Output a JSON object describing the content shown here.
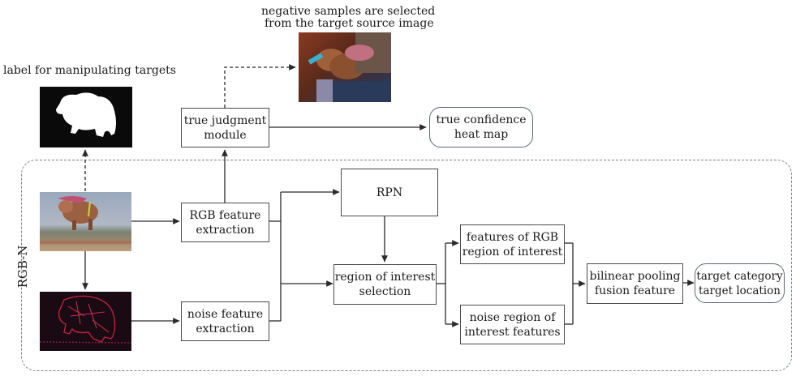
{
  "captions": {
    "label_targets": "label for manipulating targets",
    "negative_samples_line1": "negative samples are selected",
    "negative_samples_line2": "from the target source image"
  },
  "region_label": "RGB-N",
  "nodes": {
    "true_judgment": [
      "true judgment",
      "module"
    ],
    "true_confidence": [
      "true confidence",
      "heat map"
    ],
    "rgb_feature": [
      "RGB feature",
      "extraction"
    ],
    "noise_feature": [
      "noise feature",
      "extraction"
    ],
    "rpn": [
      "RPN"
    ],
    "roi_selection": [
      "region of interest",
      "selection"
    ],
    "rgb_roi": [
      "features of RGB",
      "region of interest"
    ],
    "noise_roi": [
      "noise region of",
      "interest features"
    ],
    "bilinear": [
      "bilinear pooling",
      "fusion feature"
    ],
    "output": [
      "target category",
      "target location"
    ]
  },
  "images": {
    "mask": "binary mask of manipulated dog",
    "negative_sample": "source photo of dog on lap",
    "rgb_input": "tampered RGB image of dog on beach",
    "noise_input": "noise residual map"
  },
  "colors": {
    "line": "#2a2a2a",
    "box_border": "#4a4a4a",
    "dashed_region": "#7a8489"
  }
}
